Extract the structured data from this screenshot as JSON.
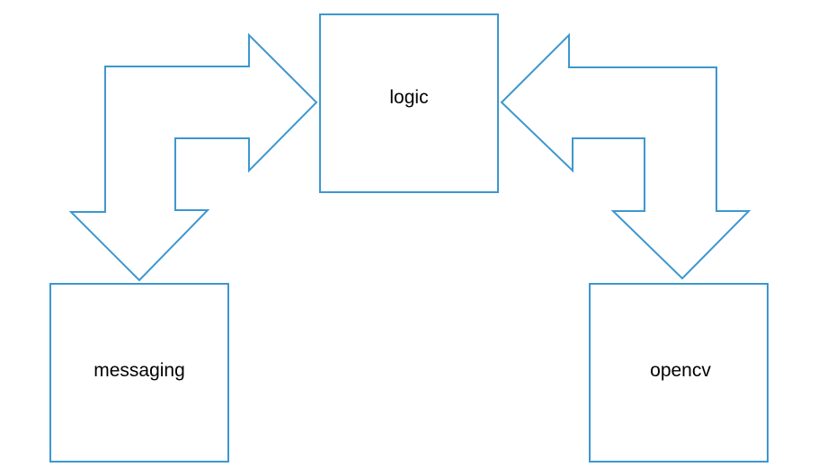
{
  "colors": {
    "stroke": "#3d97cf",
    "fill": "#ffffff",
    "text": "#000000"
  },
  "nodes": {
    "logic": {
      "label": "logic"
    },
    "messaging": {
      "label": "messaging"
    },
    "opencv": {
      "label": "opencv"
    }
  },
  "connections": [
    {
      "from": "messaging",
      "to": "logic",
      "direction": "bidirectional"
    },
    {
      "from": "logic",
      "to": "opencv",
      "direction": "bidirectional"
    }
  ]
}
